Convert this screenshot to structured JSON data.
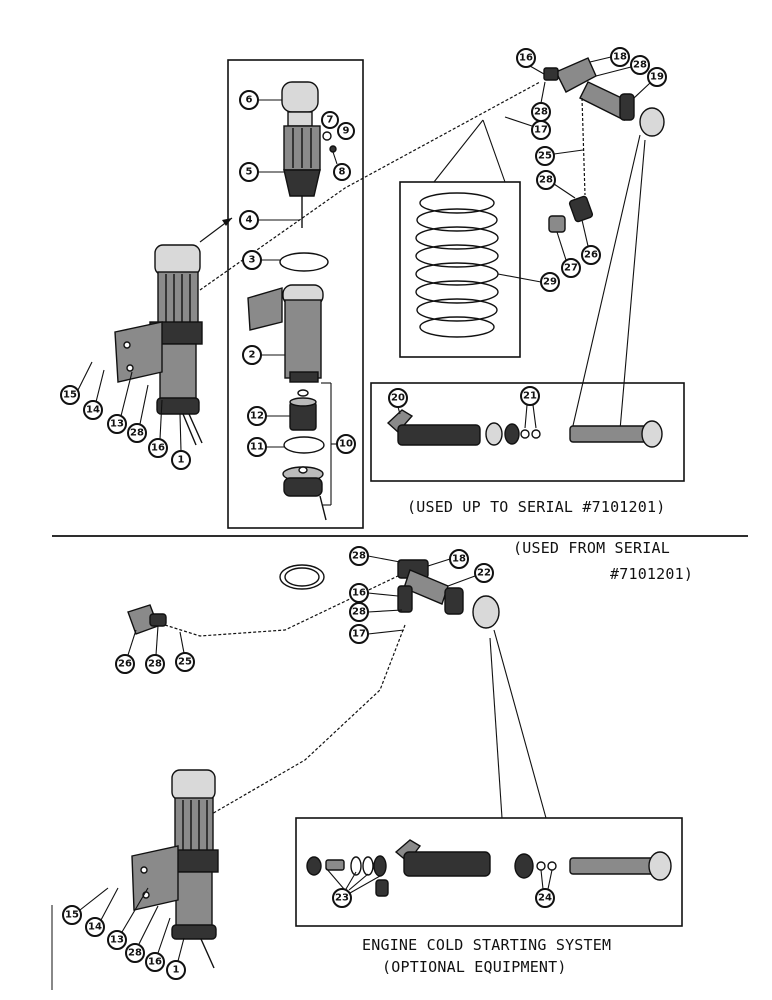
{
  "captions": {
    "upper_serial_note": "(USED UP TO SERIAL #7101201)",
    "lower_serial_note_line1": "(USED FROM SERIAL",
    "lower_serial_note_line2": "#7101201)",
    "title_line1": "ENGINE COLD STARTING SYSTEM",
    "title_line2": "(OPTIONAL EQUIPMENT)"
  },
  "callouts_upper": [
    {
      "id": "c-6",
      "label": "6"
    },
    {
      "id": "c-7",
      "label": "7"
    },
    {
      "id": "c-9",
      "label": "9"
    },
    {
      "id": "c-8",
      "label": "8"
    },
    {
      "id": "c-5",
      "label": "5"
    },
    {
      "id": "c-4",
      "label": "4"
    },
    {
      "id": "c-3",
      "label": "3"
    },
    {
      "id": "c-2",
      "label": "2"
    },
    {
      "id": "c-12",
      "label": "12"
    },
    {
      "id": "c-11",
      "label": "11"
    },
    {
      "id": "c-10",
      "label": "10"
    },
    {
      "id": "c-15",
      "label": "15"
    },
    {
      "id": "c-14",
      "label": "14"
    },
    {
      "id": "c-13",
      "label": "13"
    },
    {
      "id": "c-28a",
      "label": "28"
    },
    {
      "id": "c-16a",
      "label": "16"
    },
    {
      "id": "c-1",
      "label": "1"
    },
    {
      "id": "c-16b",
      "label": "16"
    },
    {
      "id": "c-18",
      "label": "18"
    },
    {
      "id": "c-28b",
      "label": "28"
    },
    {
      "id": "c-19",
      "label": "19"
    },
    {
      "id": "c-28c",
      "label": "28"
    },
    {
      "id": "c-17",
      "label": "17"
    },
    {
      "id": "c-25",
      "label": "25"
    },
    {
      "id": "c-28d",
      "label": "28"
    },
    {
      "id": "c-27",
      "label": "27"
    },
    {
      "id": "c-26",
      "label": "26"
    },
    {
      "id": "c-29",
      "label": "29"
    },
    {
      "id": "c-20",
      "label": "20"
    },
    {
      "id": "c-21",
      "label": "21"
    }
  ],
  "callouts_lower": [
    {
      "id": "d-28a",
      "label": "28"
    },
    {
      "id": "d-18",
      "label": "18"
    },
    {
      "id": "d-22",
      "label": "22"
    },
    {
      "id": "d-16",
      "label": "16"
    },
    {
      "id": "d-28b",
      "label": "28"
    },
    {
      "id": "d-17",
      "label": "17"
    },
    {
      "id": "d-26",
      "label": "26"
    },
    {
      "id": "d-28c",
      "label": "28"
    },
    {
      "id": "d-25",
      "label": "25"
    },
    {
      "id": "d-23",
      "label": "23"
    },
    {
      "id": "d-24",
      "label": "24"
    },
    {
      "id": "d-15",
      "label": "15"
    },
    {
      "id": "d-14",
      "label": "14"
    },
    {
      "id": "d-13",
      "label": "13"
    },
    {
      "id": "d-28d",
      "label": "28"
    },
    {
      "id": "d-16b",
      "label": "16"
    },
    {
      "id": "d-1",
      "label": "1"
    }
  ]
}
